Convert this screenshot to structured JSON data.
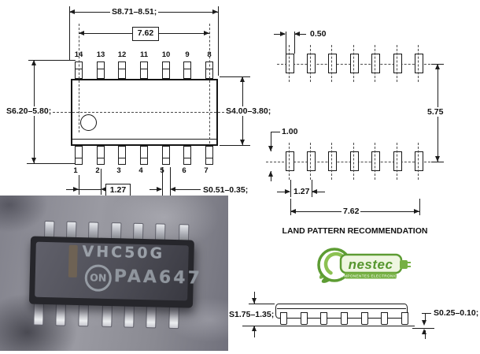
{
  "package_drawing": {
    "dim_overall_width": "S8.71–8.51;",
    "dim_lead_span": "7.62",
    "dim_overall_height": "S6.20–5.80;",
    "dim_body_height": "S4.00–3.80;",
    "dim_pitch": "1.27",
    "dim_lead_width": "S0.51–0.35;",
    "top_pin_numbers": [
      "14",
      "13",
      "12",
      "11",
      "10",
      "9",
      "8"
    ],
    "bottom_pin_numbers": [
      "1",
      "2",
      "3",
      "4",
      "5",
      "6",
      "7"
    ]
  },
  "land_pattern": {
    "caption": "LAND PATTERN RECOMMENDATION",
    "dim_pad_width": "0.50",
    "dim_row_span": "5.75",
    "dim_pad_length": "1.00",
    "dim_pitch": "1.27",
    "dim_span": "7.62"
  },
  "side_view": {
    "dim_height": "S1.75–1.35;",
    "dim_standoff": "S0.25–0.10;"
  },
  "chip_photo": {
    "marking_line1": "VHC50G",
    "marking_logo": "ON",
    "marking_line2": "PAA647"
  },
  "vendor_logo": {
    "brand": "nestec",
    "tagline": "COMPONENTES ELECTRONICOS",
    "green": "#76b043",
    "dark_green": "#5d9c33"
  }
}
